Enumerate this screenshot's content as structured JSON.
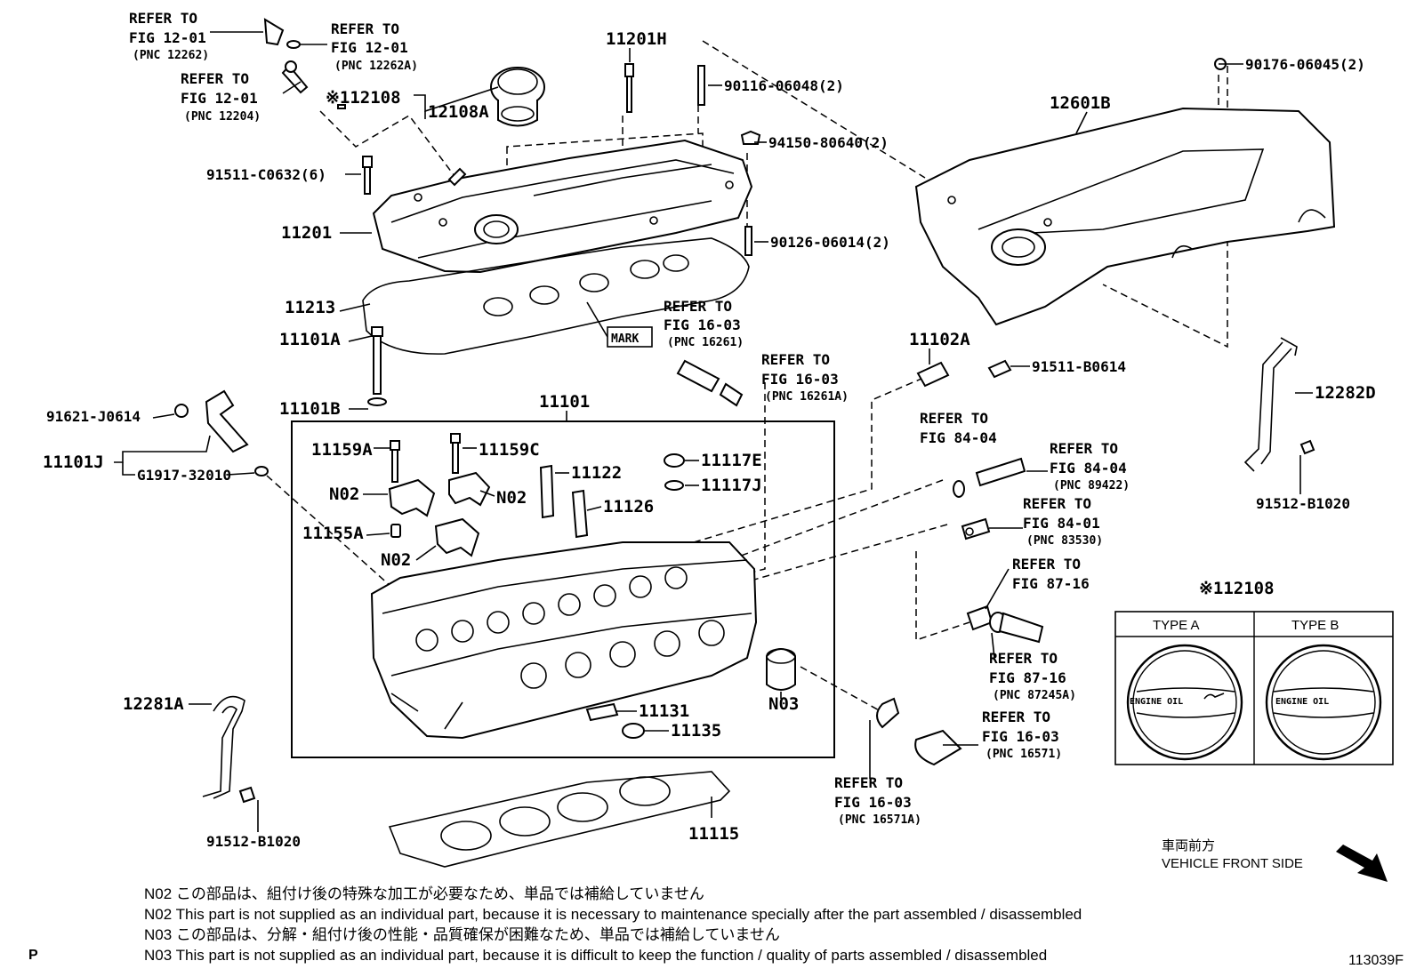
{
  "labels": {
    "ref_12262": {
      "l1": "REFER TO",
      "l2": "FIG 12-01",
      "l3": "(PNC 12262)"
    },
    "ref_12262a": {
      "l1": "REFER TO",
      "l2": "FIG 12-01",
      "l3": "(PNC 12262A)"
    },
    "ref_12204": {
      "l1": "REFER TO",
      "l2": "FIG 12-01",
      "l3": "(PNC 12204)"
    },
    "p12108": "※112108",
    "p12108a": "12108A",
    "p11201h": "11201H",
    "p90116": "90116-06048(2)",
    "p94150": "94150-80640(2)",
    "p90176": "90176-06045(2)",
    "p12601b": "12601B",
    "p91511c": "91511-C0632(6)",
    "p11201": "11201",
    "p90126": "90126-06014(2)",
    "p11213": "11213",
    "mark": "MARK",
    "ref_16261": {
      "l1": "REFER TO",
      "l2": "FIG 16-03",
      "l3": "(PNC 16261)"
    },
    "ref_16261a": {
      "l1": "REFER TO",
      "l2": "FIG 16-03",
      "l3": "(PNC 16261A)"
    },
    "p11101a": "11101A",
    "p11102a": "11102A",
    "p91511b": "91511-B0614",
    "p11101b": "11101B",
    "p11101": "11101",
    "p12282d": "12282D",
    "p91621": "91621-J0614",
    "p11101j": "11101J",
    "pg1917": "G1917-32010",
    "p11159a": "11159A",
    "p11159c": "11159C",
    "p11122": "11122",
    "p11117e": "11117E",
    "p11117j": "11117J",
    "ref_8404a": {
      "l1": "REFER TO",
      "l2": "FIG 84-04"
    },
    "ref_89422": {
      "l1": "REFER TO",
      "l2": "FIG 84-04",
      "l3": "(PNC 89422)"
    },
    "p91512r": "91512-B1020",
    "n02": "N02",
    "p11126": "11126",
    "ref_83530": {
      "l1": "REFER TO",
      "l2": "FIG 84-01",
      "l3": "(PNC 83530)"
    },
    "p11155a": "11155A",
    "ref_8716": {
      "l1": "REFER TO",
      "l2": "FIG 87-16"
    },
    "p12108_inset": "※112108",
    "type_a": "TYPE A",
    "type_b": "TYPE B",
    "engine_oil": "ENGINE OIL",
    "ref_87245a": {
      "l1": "REFER TO",
      "l2": "FIG 87-16",
      "l3": "(PNC 87245A)"
    },
    "p12281a": "12281A",
    "n03": "N03",
    "p11131": "11131",
    "p11135": "11135",
    "ref_16571": {
      "l1": "REFER TO",
      "l2": "FIG 16-03",
      "l3": "(PNC 16571)"
    },
    "ref_16571a": {
      "l1": "REFER TO",
      "l2": "FIG 16-03",
      "l3": "(PNC 16571A)"
    },
    "p91512l": "91512-B1020",
    "p11115": "11115"
  },
  "front": {
    "jp": "車両前方",
    "en": "VEHICLE FRONT SIDE"
  },
  "notes": [
    "N02  この部品は、組付け後の特殊な加工が必要なため、単品では補給していません",
    "N02 This part is not supplied as an individual part, because it is necessary to maintenance specially after the part assembled / disassembled",
    "N03  この部品は、分解・組付け後の性能・品質確保が困難なため、単品では補給していません",
    "N03 This part is not supplied as an individual part, because it is difficult to keep the function / quality of parts  assembled / disassembled"
  ],
  "page_letter": "P",
  "figure_id": "113039F"
}
